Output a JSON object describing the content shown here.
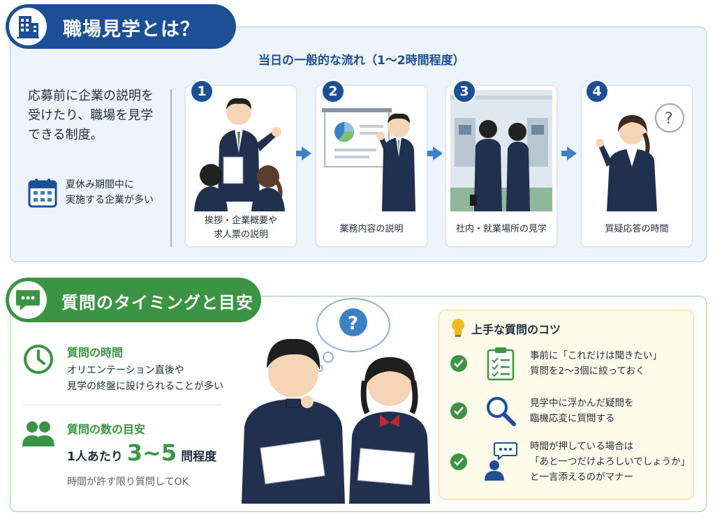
{
  "section1": {
    "title": "職場見学とは？",
    "flow_title": "当日の一般的な流れ（1～2時間程度）",
    "intro": [
      "応募前に企業の説明を",
      "受けたり、職場を見学",
      "できる制度。"
    ],
    "note": [
      "夏休み期間中に",
      "実施する企業が多い"
    ],
    "steps": [
      {
        "num": "1",
        "caption": [
          "挨拶・企業概要や",
          "求人票の説明"
        ]
      },
      {
        "num": "2",
        "caption": [
          "業務内容の説明"
        ]
      },
      {
        "num": "3",
        "caption": [
          "社内・就業場所の見学"
        ]
      },
      {
        "num": "4",
        "caption": [
          "質疑応答の時間"
        ]
      }
    ]
  },
  "section2": {
    "title": "質問のタイミングと目安",
    "time": {
      "head": "質問の時間",
      "body": [
        "オリエンテーション直後や",
        "見学の終盤に設けられることが多い"
      ]
    },
    "count": {
      "head": "質問の数の目安",
      "prefix": "1人あたり",
      "value": "3~5",
      "suffix": "問程度",
      "note": "時間が許す限り質問してOK"
    },
    "tips": {
      "head": "上手な質問のコツ",
      "items": [
        {
          "icon": "clipboard-checklist-icon",
          "lines": [
            "事前に「これだけは聞きたい」",
            "質問を2～3個に絞っておく"
          ]
        },
        {
          "icon": "magnifier-icon",
          "lines": [
            "見学中に浮かんだ疑問を",
            "臨機応変に質問する"
          ]
        },
        {
          "icon": "person-speech-icon",
          "lines": [
            "時間が押している場合は",
            "「あと一つだけよろしいでしょうか」",
            "と一言添えるのがマナー"
          ]
        }
      ]
    }
  },
  "colors": {
    "navy": "#1d4f96",
    "green": "#3a9444",
    "light_blue": "#eef4fb",
    "cream": "#fffbea",
    "suit": "#22304f"
  }
}
